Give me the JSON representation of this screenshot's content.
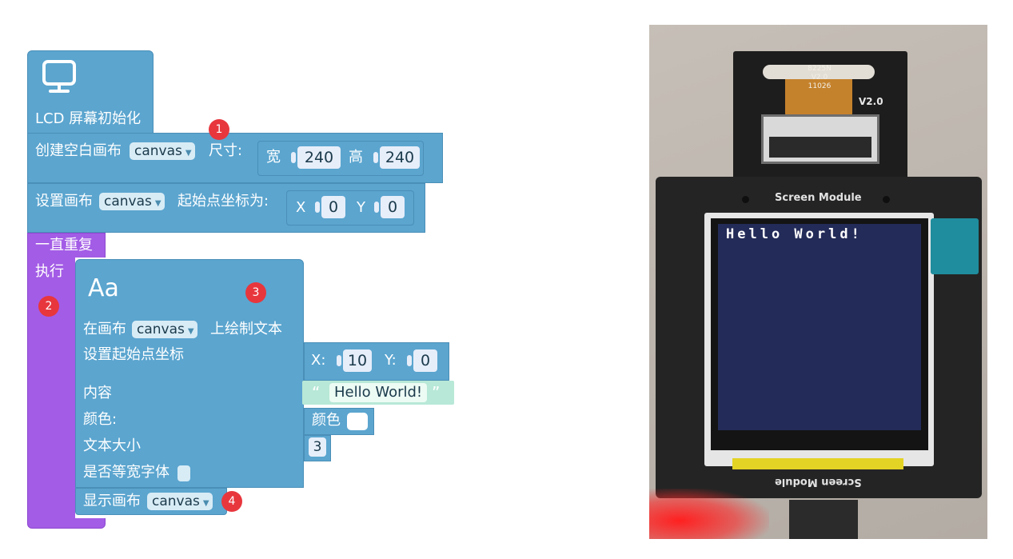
{
  "blocks": {
    "lcd_init": {
      "label": "LCD 屏幕初始化",
      "icon": "monitor-icon"
    },
    "create_canvas": {
      "prefix": "创建空白画布",
      "canvas": "canvas",
      "size_label": "尺寸:",
      "width_label": "宽",
      "width": "240",
      "height_label": "高",
      "height": "240"
    },
    "set_origin": {
      "prefix": "设置画布",
      "canvas": "canvas",
      "suffix": "起始点坐标为:",
      "x_label": "X",
      "x": "0",
      "y_label": "Y",
      "y": "0"
    },
    "loop": {
      "label": "一直重复",
      "do_label": "执行"
    },
    "draw_text": {
      "icon_text": "Aa",
      "line1_prefix": "在画布",
      "canvas": "canvas",
      "line1_suffix": "上绘制文本",
      "origin_label": "设置起始点坐标",
      "x_label": "X:",
      "x": "10",
      "y_label": "Y:",
      "y": "0",
      "content_label": "内容",
      "content": "Hello World!",
      "color_label": "颜色:",
      "color_block": "颜色",
      "size_label": "文本大小",
      "size": "3",
      "mono_label": "是否等宽字体"
    },
    "show_canvas": {
      "prefix": "显示画布",
      "canvas": "canvas"
    }
  },
  "badges": [
    "1",
    "2",
    "3",
    "4"
  ],
  "photo": {
    "module_label": "Screen Module",
    "module_label_bottom": "Screen Module",
    "version": "V2.0",
    "chip_text": [
      "8225N",
      "V2.0",
      "11026"
    ],
    "screen_text": "Hello World!"
  },
  "colors": {
    "block_blue": "#5ba5cf",
    "loop_purple": "#a35ce6",
    "text_block_green": "#b8e8d7",
    "badge_red": "#e8363d",
    "lcd_screen": "#232b58"
  }
}
